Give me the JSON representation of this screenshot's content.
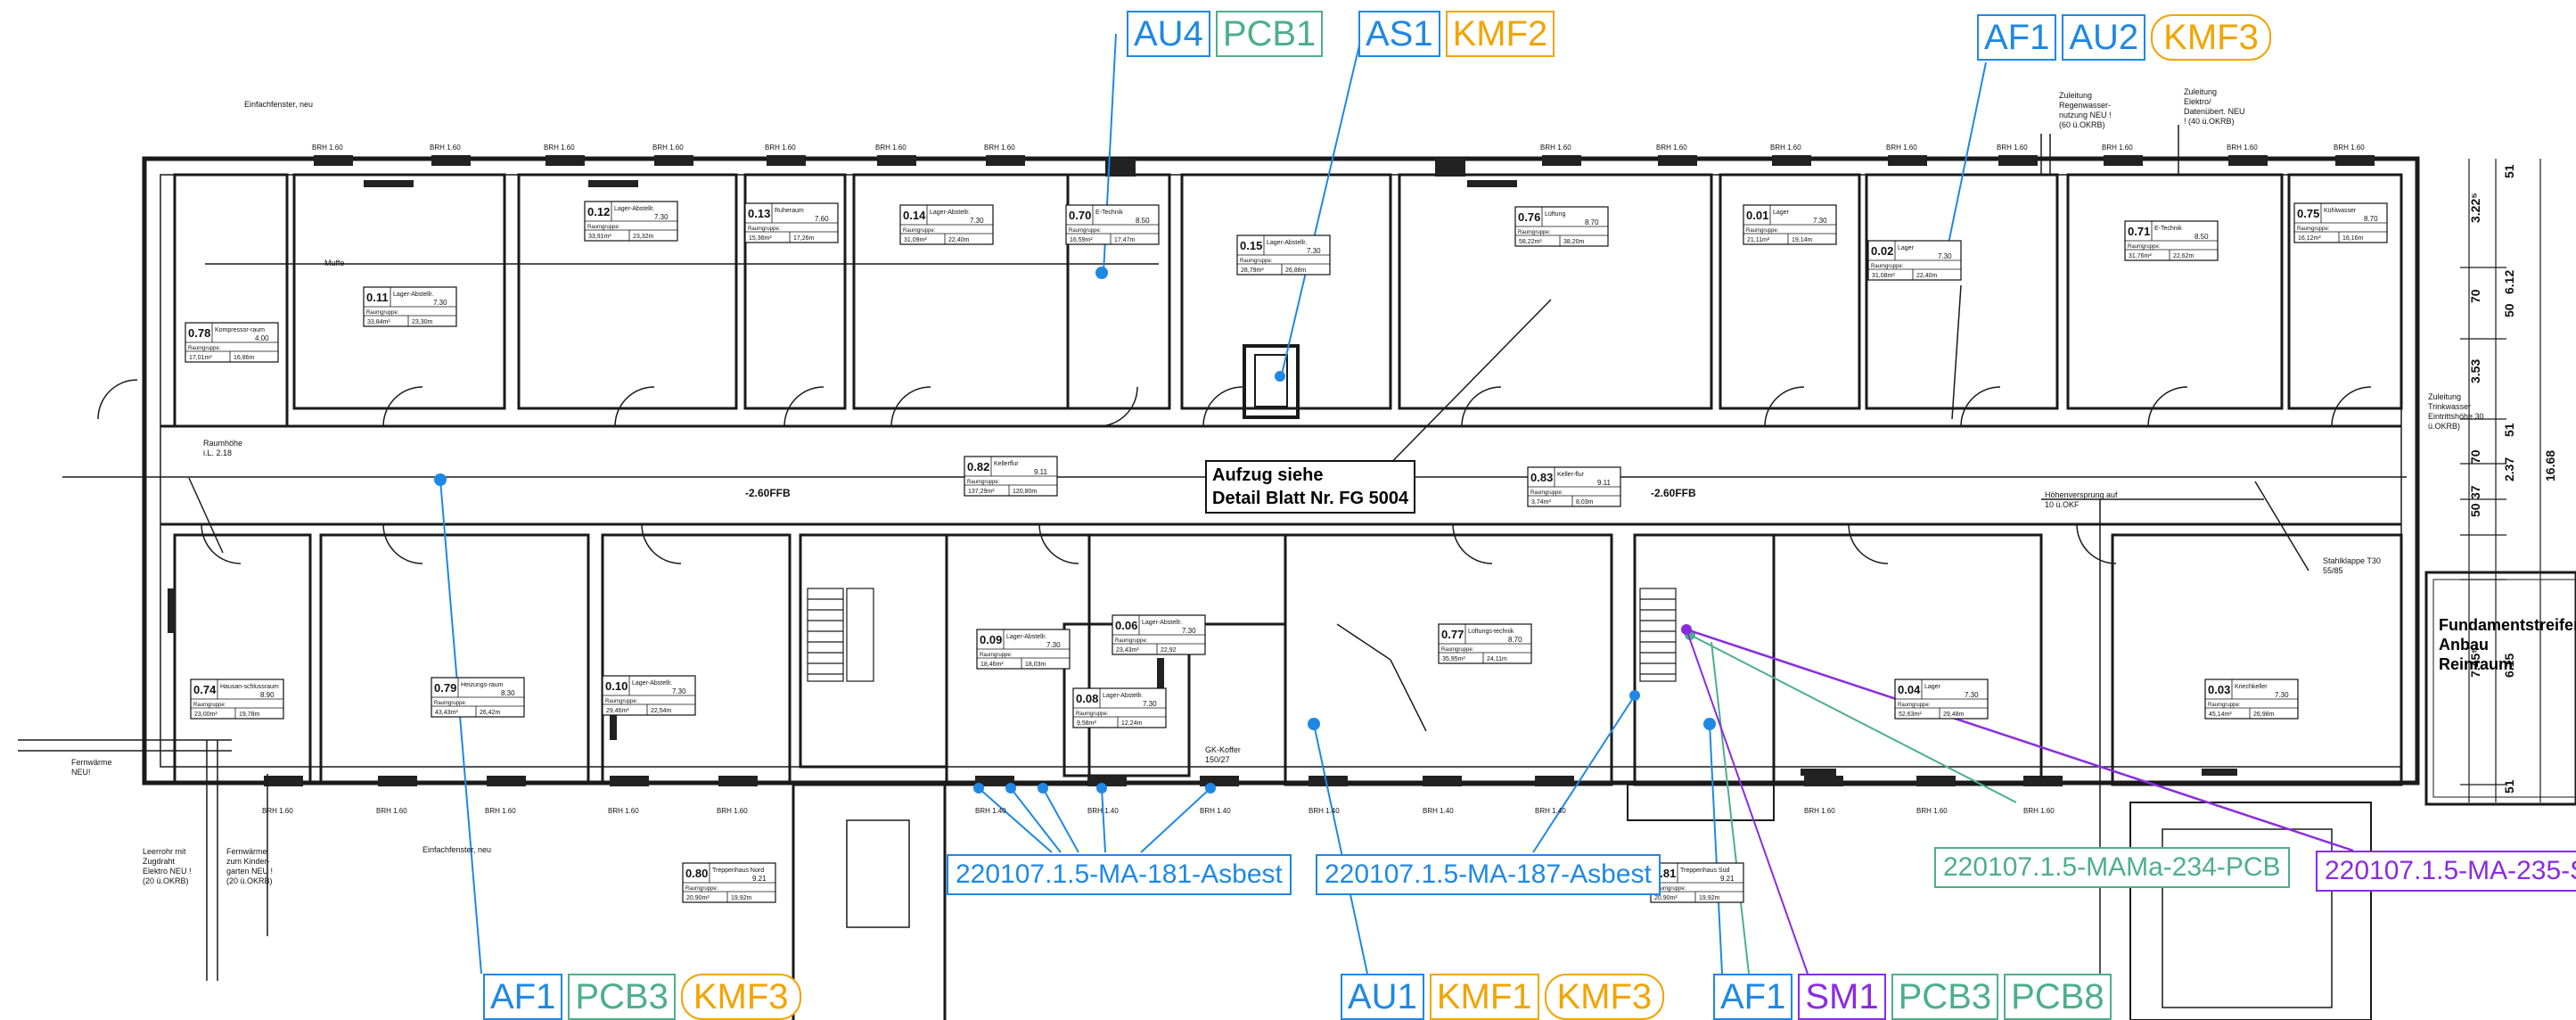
{
  "colors": {
    "blue": "#1e88e5",
    "green": "#4caf8a",
    "orange": "#f2a400",
    "purple": "#8a2be2",
    "line": "#1a1a1a"
  },
  "tags": {
    "au4": "AU4",
    "pcb1": "PCB1",
    "as1": "AS1",
    "kmf2": "KMF2",
    "af1_top": "AF1",
    "au2": "AU2",
    "kmf3_top": "KMF3",
    "af1_bl": "AF1",
    "pcb3_bl": "PCB3",
    "kmf3_bl": "KMF3",
    "au1": "AU1",
    "kmf1": "KMF1",
    "kmf3_bc": "KMF3",
    "af1_br": "AF1",
    "sm1": "SM1",
    "pcb3_br": "PCB3",
    "pcb8": "PCB8"
  },
  "samples": {
    "s181": "220107.1.5-MA-181-Asbest",
    "s187": "220107.1.5-MA-187-Asbest",
    "s234": "220107.1.5-MAMa-234-PCB",
    "s235": "220107.1.5-MA-235-S"
  },
  "rooms": [
    {
      "no": "0.78",
      "name": "Kompressor-raum",
      "h": "4.00",
      "a": "17,01m²",
      "u": "16,86m"
    },
    {
      "no": "0.11",
      "name": "Lager-Abstellr.",
      "h": "7.30",
      "a": "33,84m²",
      "u": "23,30m"
    },
    {
      "no": "0.12",
      "name": "Lager-Abstellr.",
      "h": "7.30",
      "a": "33,91m²",
      "u": "23,32m"
    },
    {
      "no": "0.13",
      "name": "Ruheraum",
      "h": "7.60",
      "a": "15,36m²",
      "u": "17,26m"
    },
    {
      "no": "0.14",
      "name": "Lager-Abstellr.",
      "h": "7.30",
      "a": "31,09m²",
      "u": "22,40m"
    },
    {
      "no": "0.70",
      "name": "E-Technik",
      "h": "8.50",
      "a": "16,59m²",
      "u": "17,47m"
    },
    {
      "no": "0.15",
      "name": "Lager-Abstellr.",
      "h": "7.30",
      "a": "28,79m²",
      "u": "26,88m"
    },
    {
      "no": "0.76",
      "name": "Lüftung",
      "h": "8.70",
      "a": "58,22m²",
      "u": "38,20m"
    },
    {
      "no": "0.01",
      "name": "Lager",
      "h": "7.30",
      "a": "21,11m²",
      "u": "19,14m"
    },
    {
      "no": "0.02",
      "name": "Lager",
      "h": "7.30",
      "a": "31,08m²",
      "u": "22,40m"
    },
    {
      "no": "0.71",
      "name": "E-Technik",
      "h": "8.50",
      "a": "31,76m²",
      "u": "22,62m"
    },
    {
      "no": "0.75",
      "name": "Kühlwasser",
      "h": "8.70",
      "a": "16,12m²",
      "u": "16,16m"
    },
    {
      "no": "0.82",
      "name": "Kellerflur",
      "h": "9.11",
      "a": "137,29m²",
      "u": "120,80m"
    },
    {
      "no": "0.83",
      "name": "Keller-flur",
      "h": "9.11",
      "a": "3,74m²",
      "u": "8,03m"
    },
    {
      "no": "0.74",
      "name": "Hausan-schlussraum",
      "h": "8.90",
      "a": "23,00m²",
      "u": "19,78m"
    },
    {
      "no": "0.79",
      "name": "Heizungs-raum",
      "h": "8.30",
      "a": "43,43m²",
      "u": "26,42m"
    },
    {
      "no": "0.10",
      "name": "Lager-Abstellr.",
      "h": "7.30",
      "a": "29,46m²",
      "u": "22,54m"
    },
    {
      "no": "0.09",
      "name": "Lager-Abstellr.",
      "h": "7.30",
      "a": "18,46m²",
      "u": "18,03m"
    },
    {
      "no": "0.06",
      "name": "Lager-Abstellr.",
      "h": "7.30",
      "a": "23,43m²",
      "u": "22,92"
    },
    {
      "no": "0.08",
      "name": "Lager-Abstellr.",
      "h": "7.30",
      "a": "9,58m²",
      "u": "12,24m"
    },
    {
      "no": "0.77",
      "name": "Lüftungs-technik",
      "h": "8.70",
      "a": "35,95m²",
      "u": "24,11m"
    },
    {
      "no": "0.04",
      "name": "Lager",
      "h": "7.30",
      "a": "52,63m²",
      "u": "29,48m"
    },
    {
      "no": "0.03",
      "name": "Kriechkeller",
      "h": "7.30",
      "a": "45,14m²",
      "u": "26,98m"
    },
    {
      "no": "0.80",
      "name": "Treppenhaus Nord",
      "h": "9.21",
      "a": "20,90m²",
      "u": "19,92m"
    },
    {
      "no": "0.81",
      "name": "Treppenhaus Süd",
      "h": "9.21",
      "a": "20,90m²",
      "u": "19,92m"
    }
  ],
  "labels": {
    "raumgruppe": "Raumgruppe:",
    "aufzug": "Aufzug siehe",
    "detail": "Detail Blatt Nr. FG 5004",
    "ffb_l": "-2.60FFB",
    "ffb_r": "-2.60FFB",
    "fund1": "Fundamentstreifen",
    "fund2": "Anbau",
    "fund3": "Reinraum",
    "einfach_top": "Einfachfenster, neu",
    "einfach_bot": "Einfachfenster, neu",
    "muffe": "Muffe",
    "raumhoehe_l": "Raumhöhe",
    "raumhoehe_l2": "i.L. 2.18",
    "fernwaerme": "Fernwärme NEU!",
    "leerrohr": "Leerrohr mit Zugdraht Elektro NEU ! (20 ü.OKRB)",
    "fernwaerme2": "Fernwärme zum Kinder-garten NEU ! (20 ü.OKRB)",
    "zuleitung_regen": "Zuleitung Regenwasser-nutzung NEU ! (60 ü.OKRB)",
    "zuleitung_elektro": "Zuleitung Elektro/ Datenübert. NEU ! (40 ü.OKRB)",
    "zuleitung_trink": "Zuleitung Trinkwasser Eintrittshöhe 30 ü.OKRB)",
    "hoehensprung": "Höhenversprung auf 10 ü.OKF",
    "stahlklappe": "Stahlklappe T30 55/85",
    "gk_koffer": "GK-Koffer 150/27",
    "brh": "BRH 1.60",
    "brh140": "BRH 1.40",
    "dims": [
      "3.22⁵",
      "51",
      "6.12",
      "70",
      "50",
      "3.53",
      "51",
      "2.37",
      "70",
      "37",
      "50",
      "16.68",
      "7.45⁵",
      "6.15",
      "51"
    ]
  }
}
